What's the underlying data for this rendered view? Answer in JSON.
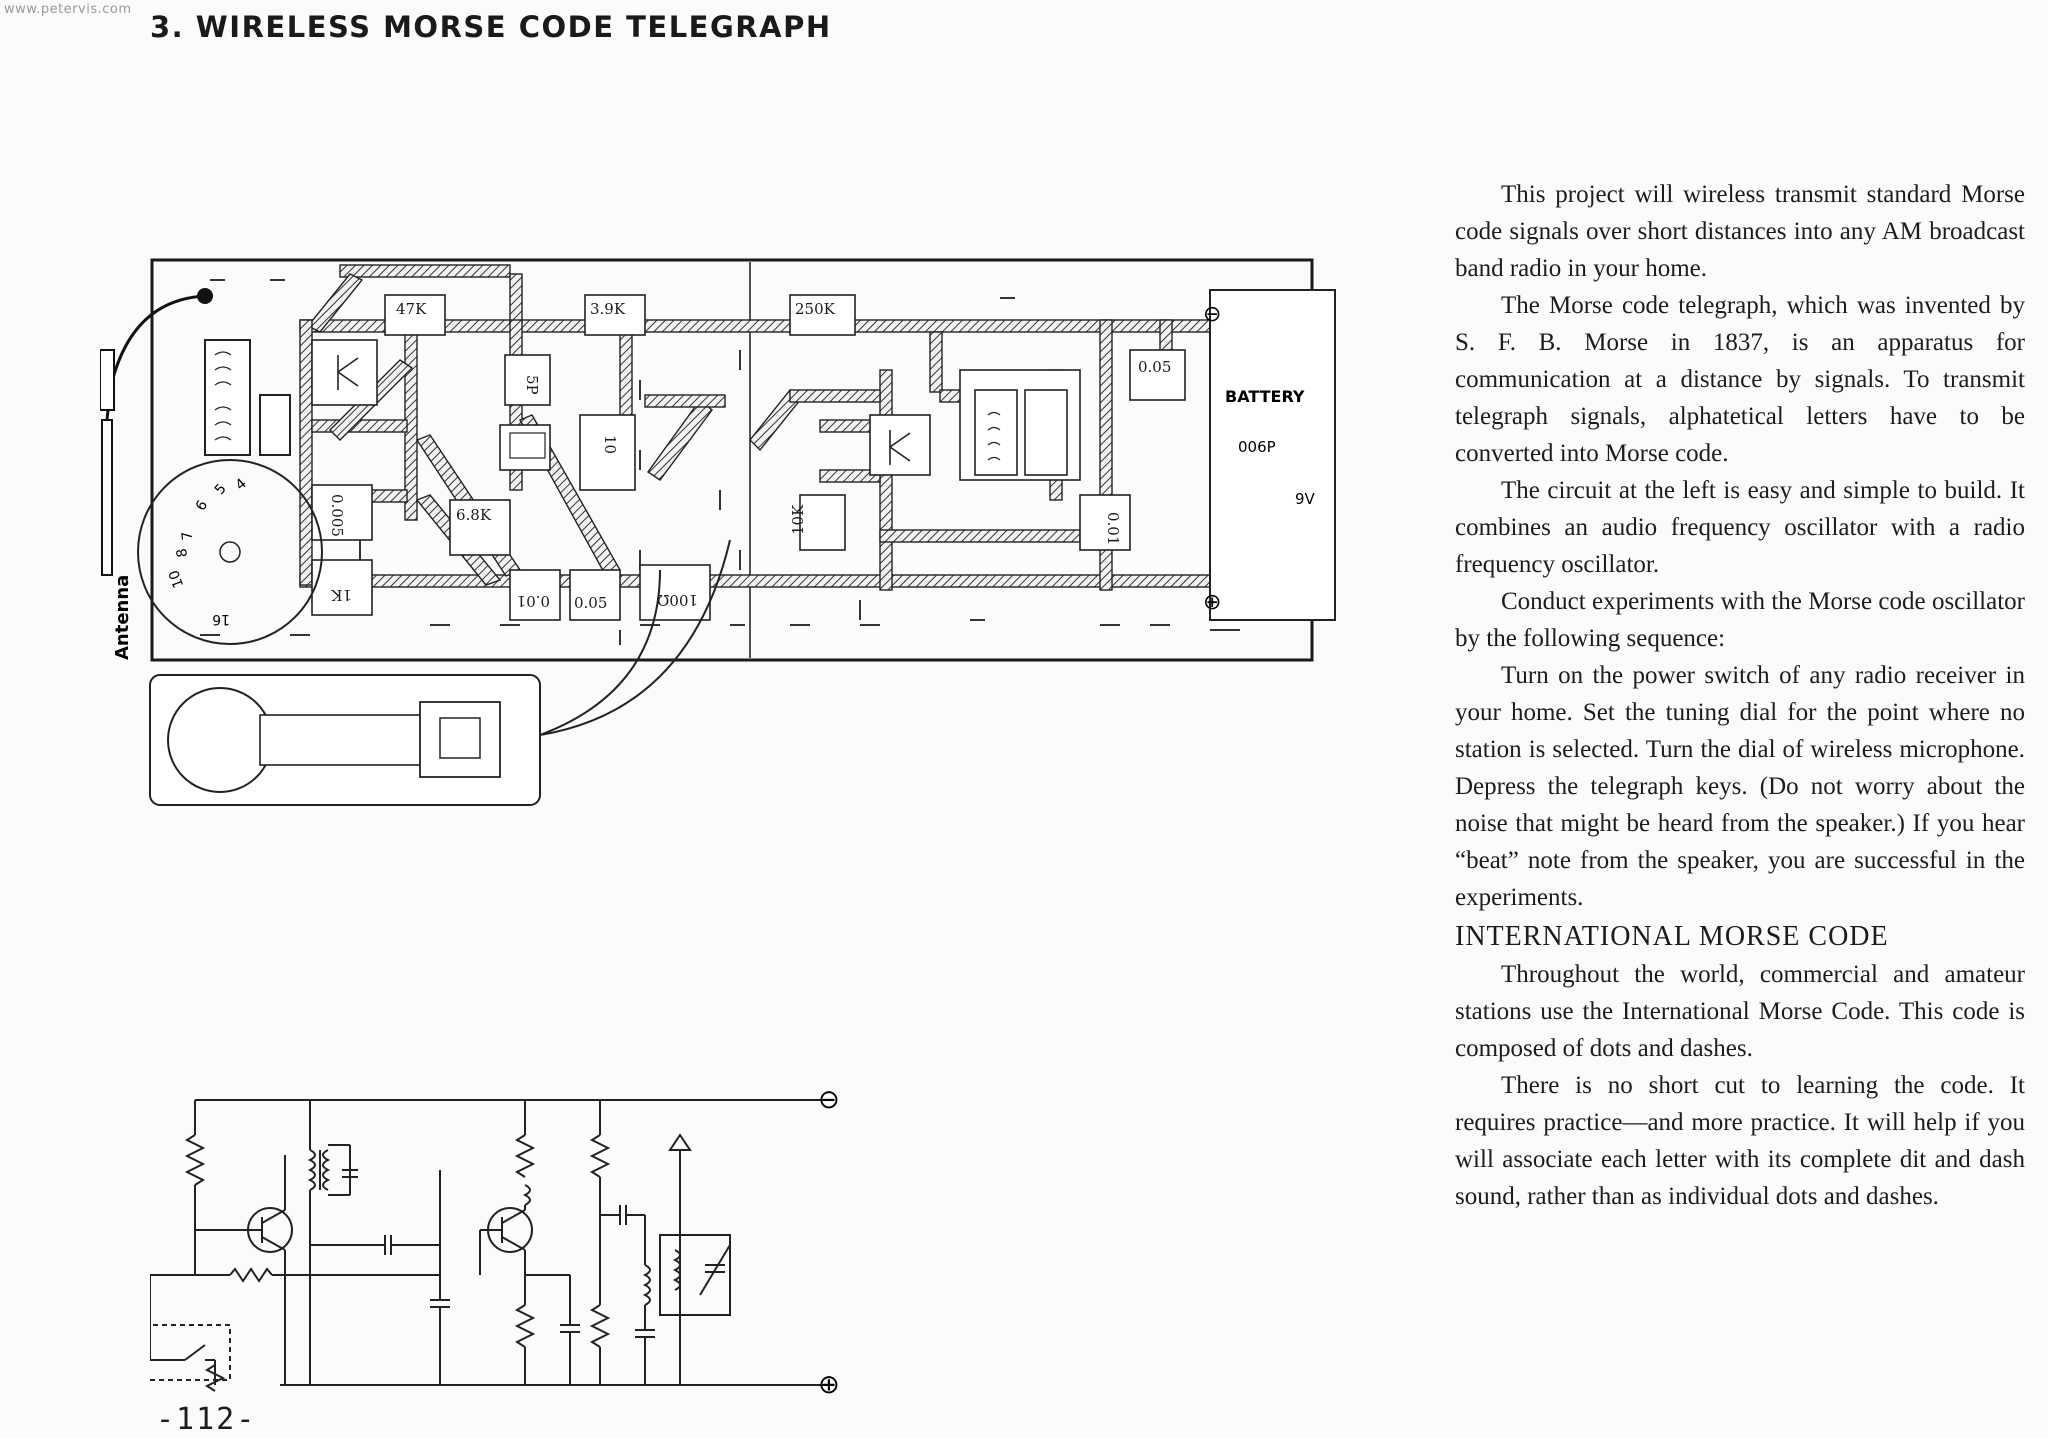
{
  "watermark": "www.petervis.com",
  "title": "3. WIRELESS MORSE CODE TELEGRAPH",
  "page_number": "-112-",
  "diagram": {
    "antenna_label": "Antenna",
    "dial_numbers": [
      "16",
      "10",
      "8",
      "7",
      "6",
      "5",
      "4"
    ],
    "battery": {
      "label": "BATTERY",
      "model": "006P",
      "voltage": "9V"
    },
    "terminal_minus": "⊖",
    "terminal_plus": "⊕",
    "components": {
      "r47k": "47K",
      "r39k": "3.9K",
      "r250k": "250K",
      "c005_top": "0.05",
      "c5p": "5P",
      "c10": "10",
      "c0005": "0.005",
      "r68k": "6.8K",
      "r1k": "1K",
      "c001_left": "0.01",
      "c005_bottom": "0.05",
      "r100": "100Ω",
      "r10k": "10K",
      "c001_right": "0.01"
    }
  },
  "schematic": {
    "minus": "⊖",
    "plus": "⊕"
  },
  "text": {
    "paragraphs": [
      "This project will wireless transmit standard Morse code signals over short distances into any AM broadcast band radio in your home.",
      "The Morse code telegraph, which was invented by S. F. B. Morse in 1837, is an apparatus for communication at a distance by signals. To transmit telegraph signals, alphatetical letters have to be converted into Morse code.",
      "The circuit at the left is easy and simple to build. It combines an audio frequency oscillator with a radio frequency oscillator.",
      "Conduct experiments with the Morse code oscillator by the following sequence:",
      "Turn on the power switch of any radio receiver in your home. Set the tuning dial for the point where no station is selected. Turn the dial of wireless microphone. Depress the telegraph keys. (Do not worry about the noise that might be heard from the speaker.) If you hear “beat” note from the speaker, you are successful in the experiments."
    ],
    "heading": "INTERNATIONAL MORSE CODE",
    "paragraphs2": [
      "Throughout the world, commercial and amateur stations use the International Morse Code. This code is composed of dots and dashes.",
      "There is no short cut to learning the code. It requires practice—and more practice. It will help if you will associate each letter with its complete dit and dash sound, rather than as individual dots and dashes."
    ]
  }
}
